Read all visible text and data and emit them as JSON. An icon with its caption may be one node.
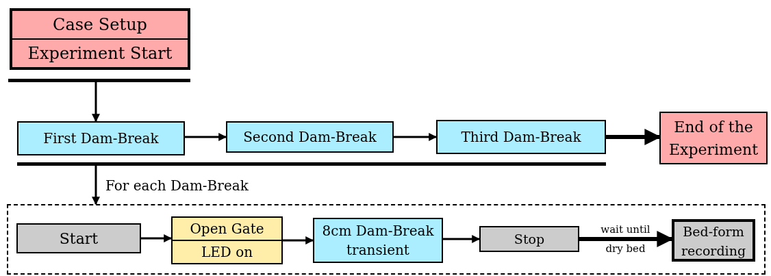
{
  "diagram": {
    "nodes": [
      {
        "text": [
          "Case Setup",
          "Experiment Start"
        ]
      },
      {
        "text": [],
        "shape": "bar"
      },
      {
        "text": [
          "First Dam-Break"
        ]
      },
      {
        "text": [
          "Second Dam-Break"
        ]
      },
      {
        "text": [
          "Third Dam-Break"
        ]
      },
      {
        "text": [
          "End of the Experiment"
        ]
      },
      {
        "text": [],
        "shape": "bar"
      },
      {
        "text": [],
        "shape": "box"
      },
      {
        "text": [
          "Start"
        ],
        "in": 7
      },
      {
        "text": [
          "Open Gate",
          "LED on"
        ],
        "in": 7
      },
      {
        "text": [
          "8cm Dam-Break transient"
        ],
        "in": 7
      },
      {
        "text": [
          "Stop"
        ],
        "in": 7
      },
      {
        "text": [
          "Bed-form recording"
        ],
        "in": 7
      }
    ],
    "edges": [
      {
        "from": 1,
        "to": 2,
        "arrow": "to"
      },
      {
        "from": 2,
        "to": 3,
        "arrow": "to"
      },
      {
        "from": 3,
        "to": 4,
        "arrow": "to"
      },
      {
        "from": 4,
        "to": 5,
        "arrow": "to",
        "style": "thick"
      },
      {
        "from": 6,
        "to": 7,
        "arrow": "to",
        "label": "For each Dam-Break"
      },
      {
        "from": 8,
        "to": 9,
        "arrow": "to"
      },
      {
        "from": 9,
        "to": 10,
        "arrow": "to"
      },
      {
        "from": 10,
        "to": 11,
        "arrow": "to"
      },
      {
        "from": 11,
        "to": 12,
        "arrow": "to",
        "label": "wait until dry bed",
        "style": "thick"
      }
    ]
  }
}
